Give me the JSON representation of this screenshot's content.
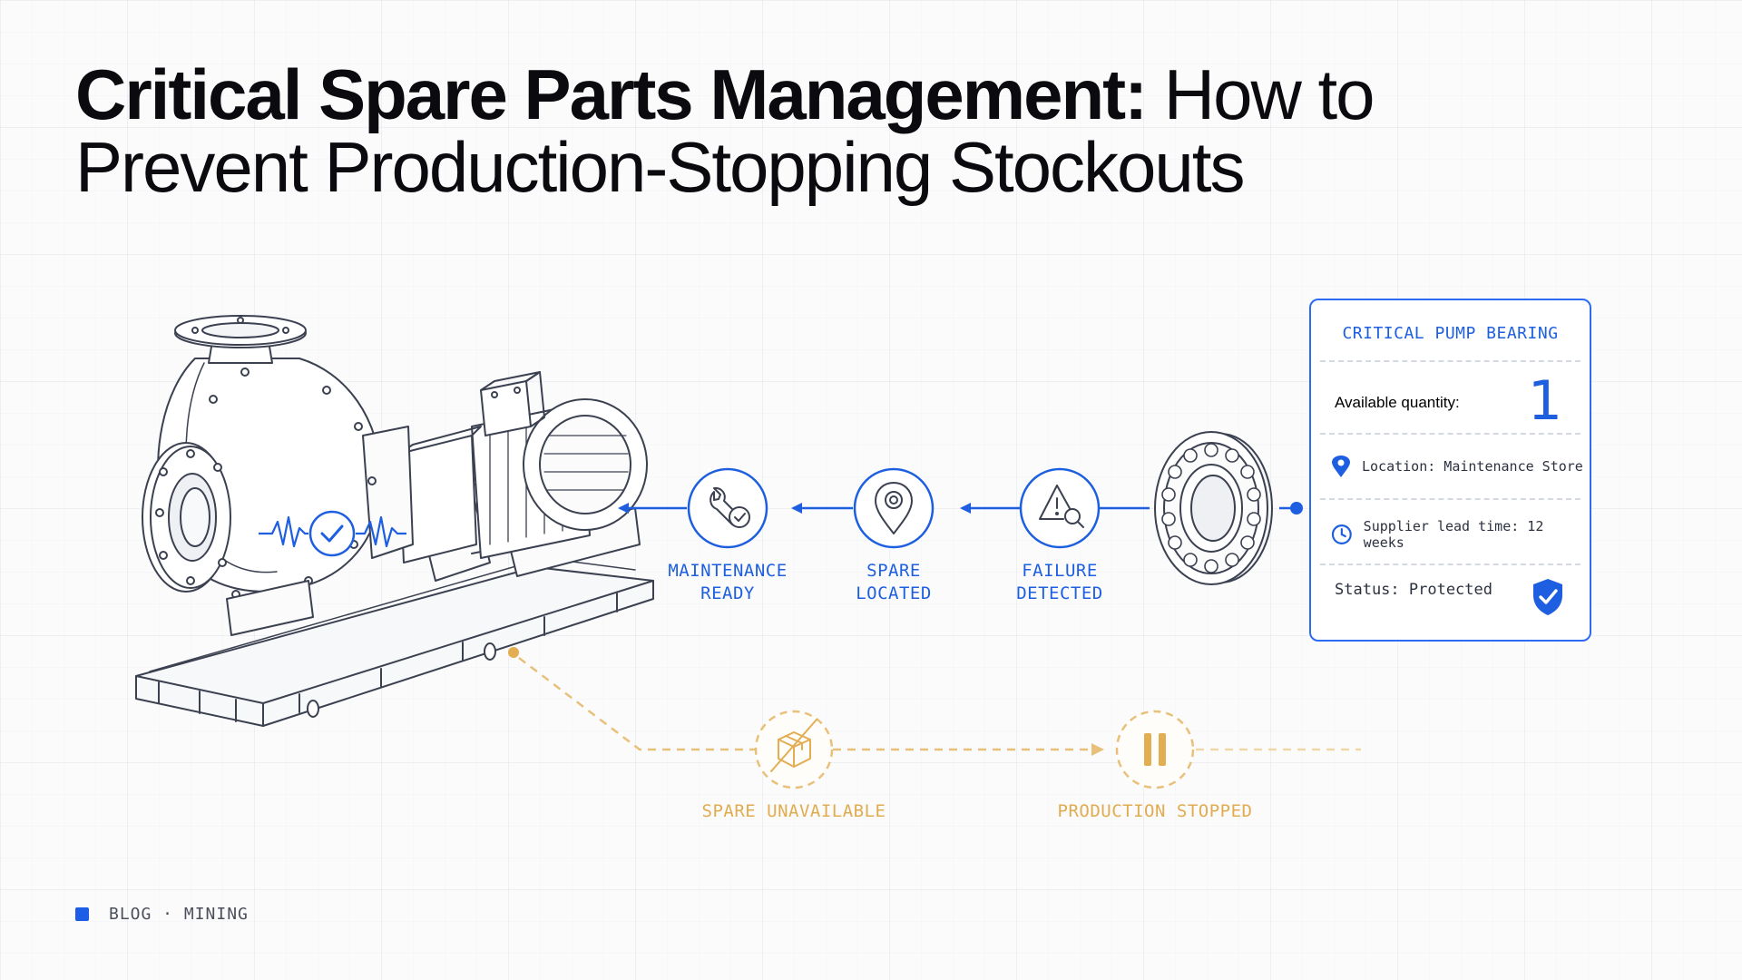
{
  "title": {
    "bold": "Critical Spare Parts Management:",
    "regular_line1": " How to",
    "regular_line2": "Prevent Production-Stopping Stockouts"
  },
  "flow": {
    "steps": [
      {
        "label": "MAINTENANCE\nREADY",
        "icon": "wrench-check-icon"
      },
      {
        "label": "SPARE\nLOCATED",
        "icon": "location-pin-icon"
      },
      {
        "label": "FAILURE\nDETECTED",
        "icon": "warning-search-icon"
      }
    ],
    "failure_path": [
      {
        "label": "SPARE UNAVAILABLE",
        "icon": "box-crossed-icon"
      },
      {
        "label": "PRODUCTION STOPPED",
        "icon": "pause-icon"
      }
    ]
  },
  "card": {
    "title": "CRITICAL PUMP BEARING",
    "available_label": "Available quantity:",
    "available_value": "1",
    "location": "Location: Maintenance Store",
    "lead_time": "Supplier lead time: 12 weeks",
    "status": "Status: Protected"
  },
  "footer": {
    "text": "BLOG · MINING"
  },
  "colors": {
    "accent_blue": "#1d5fe0",
    "warning_amber": "#e0ac4f",
    "ink": "#0b0b0f",
    "line_art": "#3b4150"
  }
}
